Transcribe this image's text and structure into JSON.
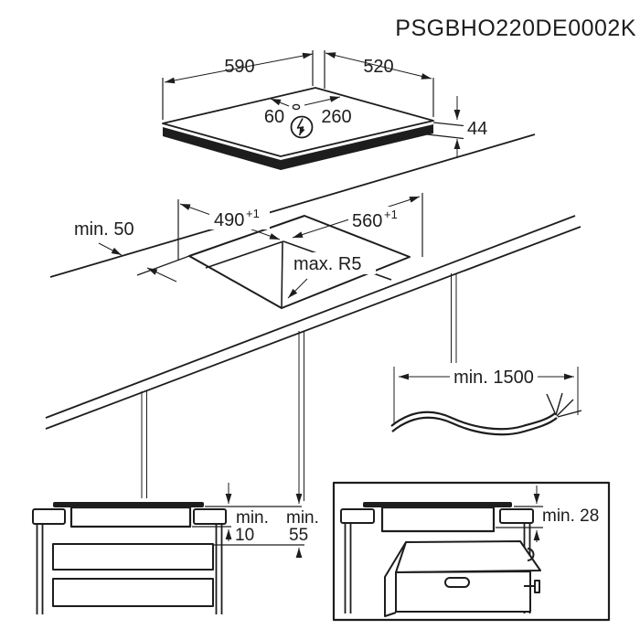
{
  "title": "PSGBHO220DE0002K",
  "colors": {
    "ink": "#1d1d1d",
    "background": "#ffffff"
  },
  "hob_top_view": {
    "width_label": "590",
    "depth_label": "520",
    "cable_offset_left": "60",
    "cable_offset_right": "260",
    "height_label": "44",
    "power_symbol_icon": "lightning-in-circle"
  },
  "cutout_view": {
    "cutout_depth": "490",
    "cutout_depth_tolerance": "+1",
    "cutout_width": "560",
    "cutout_width_tolerance": "+1",
    "edge_clearance": "min. 50",
    "corner_radius": "max. R5"
  },
  "cable_view": {
    "cable_length": "min. 1500"
  },
  "drawer_clearance_view": {
    "gap_word": "min.",
    "gap_value": "10",
    "drawer_word": "min.",
    "drawer_value": "55"
  },
  "oven_clearance_view": {
    "clearance_label": "min. 28"
  }
}
